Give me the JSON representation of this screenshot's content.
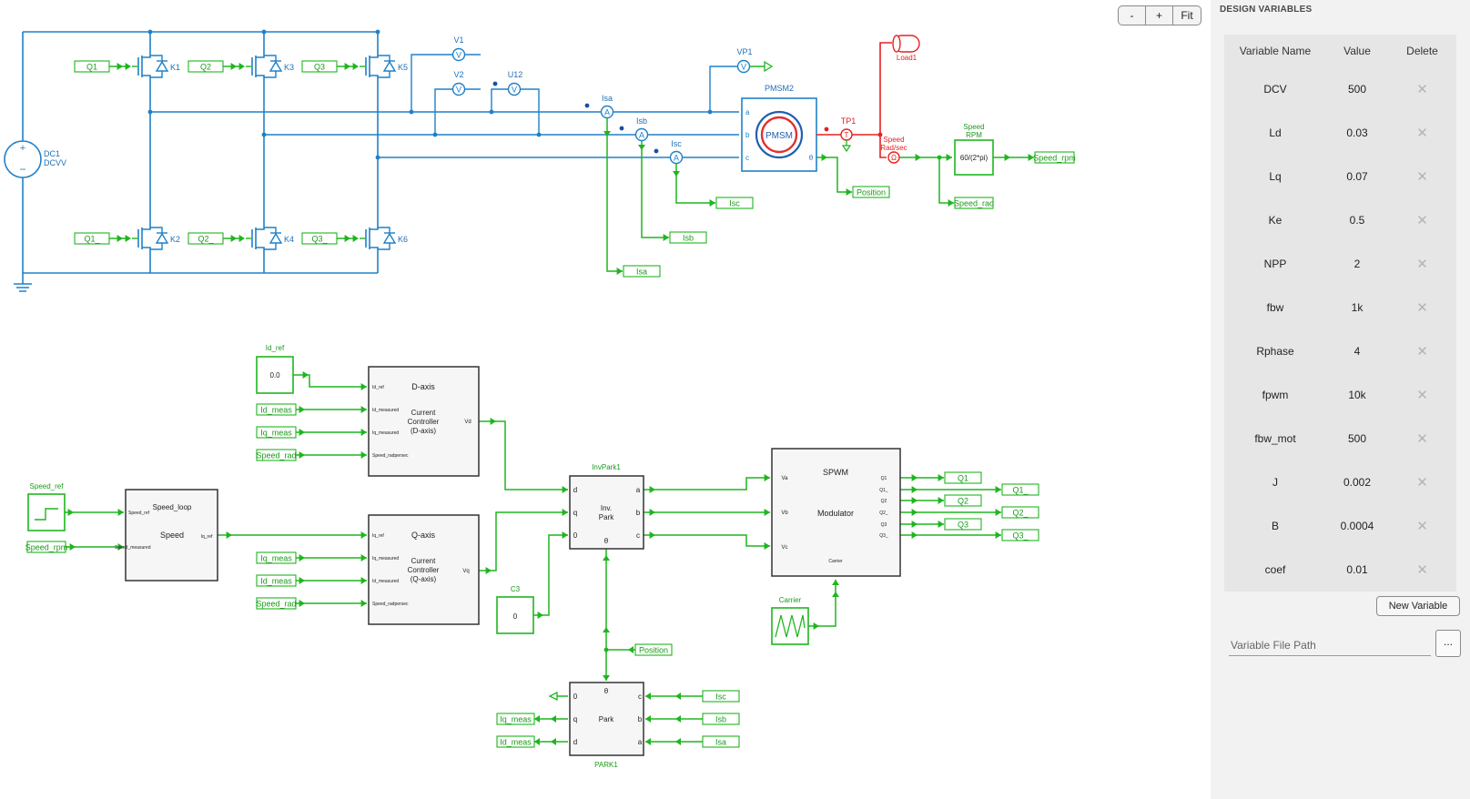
{
  "toolbar": {
    "zoom_out": "-",
    "zoom_in": "+",
    "fit": "Fit"
  },
  "colors": {
    "power": "#1f80c8",
    "control": "#1fb51f",
    "mech": "#e82020",
    "label_green": "#1a9a1a",
    "text_blue": "#1f6fb8"
  },
  "inverter": {
    "source": {
      "name": "DC1",
      "value": "DCVV"
    },
    "switches": [
      "K1",
      "K3",
      "K5",
      "K2",
      "K4",
      "K6"
    ],
    "gate_tags": [
      "Q1",
      "Q2",
      "Q3",
      "Q1_",
      "Q2_",
      "Q3_"
    ],
    "voltmeters": [
      "V1",
      "V2",
      "U12",
      "VP1"
    ],
    "ammeters": [
      "Isa",
      "Isb",
      "Isc"
    ],
    "out_tags": [
      "Isc",
      "Isb",
      "Isa"
    ],
    "motor": {
      "name": "PMSM2",
      "label": "PMSM",
      "ports": [
        "a",
        "b",
        "c",
        "θ"
      ]
    },
    "position_tag": "Position",
    "torque_probe": "TP1",
    "load": "Load1",
    "speed_sensor": "Speed\nRad/sec",
    "gain": {
      "name": "Speed\nRPM",
      "expr": "60/(2*pi)"
    },
    "speed_rpm_tag": "Speed_rpm",
    "speed_rad_tag": "Speed_rad"
  },
  "control": {
    "id_ref": {
      "name": "Id_ref",
      "value": "0.0"
    },
    "speed_ref": "Speed_ref",
    "c3": {
      "name": "C3",
      "value": "0"
    },
    "carrier": "Carrier",
    "daxis": {
      "title": "D-axis",
      "body": "Current\nController\n(D-axis)",
      "in": [
        "Id_ref",
        "Id_measured",
        "Iq_measured",
        "Speed_radpersec"
      ],
      "out": "Vd",
      "tags": [
        "Id_meas",
        "Iq_meas",
        "Speed_rad"
      ]
    },
    "qaxis": {
      "title": "Q-axis",
      "body": "Current\nController\n(Q-axis)",
      "in": [
        "Iq_ref",
        "Iq_measured",
        "Id_measured",
        "Speed_radpersec"
      ],
      "out": "Vq",
      "tags": [
        "Iq_meas",
        "Id_meas",
        "Speed_rad"
      ]
    },
    "speed_loop": {
      "title": "Speed_loop",
      "body": "Speed",
      "in": [
        "Speed_ref",
        "Speed_measured"
      ],
      "out": "Iq_ref",
      "tag": "Speed_rpm"
    },
    "invpark": {
      "name": "InvPark1",
      "body": "Inv.\nPark",
      "in": [
        "d",
        "q",
        "0"
      ],
      "out": [
        "a",
        "b",
        "c"
      ],
      "theta": "θ"
    },
    "spwm": {
      "title": "SPWM",
      "body": "Modulator",
      "in": [
        "Va",
        "Vb",
        "Vc"
      ],
      "out": [
        "Q1",
        "Q1_",
        "Q2",
        "Q2_",
        "Q3",
        "Q3_"
      ],
      "carrier_in": "Carrier"
    },
    "park": {
      "name": "PARK1",
      "body": "Park",
      "left": [
        "0",
        "q",
        "d"
      ],
      "right": [
        "c",
        "b",
        "a"
      ],
      "theta": "θ",
      "in_tags": [
        "Isc",
        "Isb",
        "Isa"
      ],
      "out_tags": [
        "Iq_meas",
        "Id_meas"
      ]
    },
    "position_tag": "Position"
  },
  "panel": {
    "title": "DESIGN VARIABLES",
    "headers": [
      "Variable Name",
      "Value",
      "Delete"
    ],
    "rows": [
      {
        "name": "DCV",
        "value": "500"
      },
      {
        "name": "Ld",
        "value": "0.03"
      },
      {
        "name": "Lq",
        "value": "0.07"
      },
      {
        "name": "Ke",
        "value": "0.5"
      },
      {
        "name": "NPP",
        "value": "2"
      },
      {
        "name": "fbw",
        "value": "1k"
      },
      {
        "name": "Rphase",
        "value": "4"
      },
      {
        "name": "fpwm",
        "value": "10k"
      },
      {
        "name": "fbw_mot",
        "value": "500"
      },
      {
        "name": "J",
        "value": "0.002"
      },
      {
        "name": "B",
        "value": "0.0004"
      },
      {
        "name": "coef",
        "value": "0.01"
      }
    ],
    "delete_glyph": "✕",
    "new_variable": "New Variable",
    "file_path_placeholder": "Variable File Path",
    "browse": "..."
  }
}
